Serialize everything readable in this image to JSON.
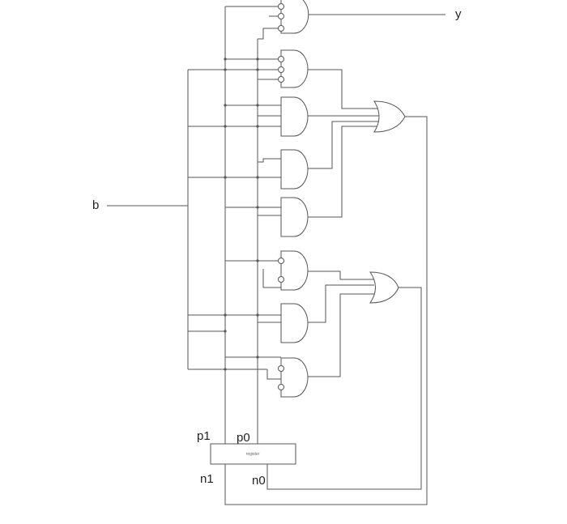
{
  "labels": {
    "input_b": "b",
    "output_y": "y",
    "p1": "p1",
    "p0": "p0",
    "n1": "n1",
    "n0": "n0",
    "register": "register"
  }
}
